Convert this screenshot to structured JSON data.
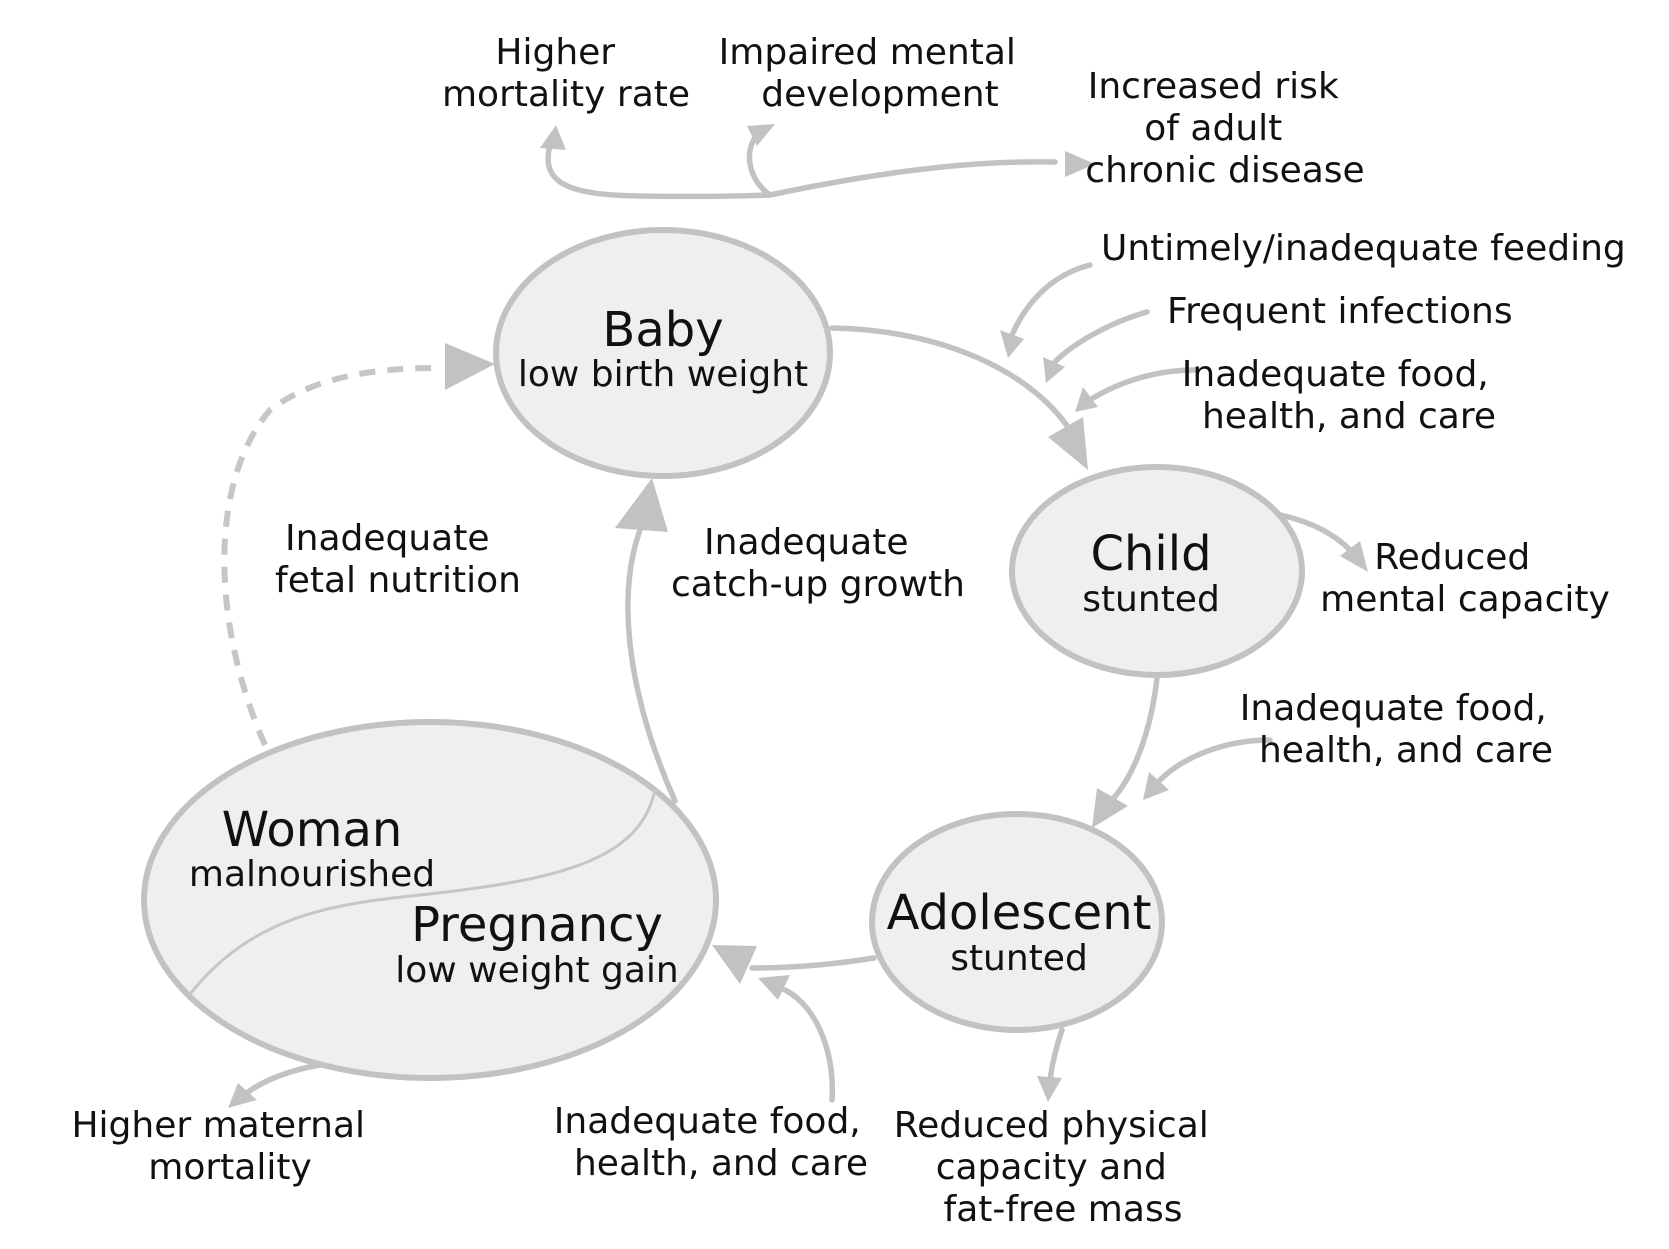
{
  "nodes": {
    "baby": {
      "title": "Baby",
      "subtitle": "low birth weight"
    },
    "child": {
      "title": "Child",
      "subtitle": "stunted"
    },
    "adolescent": {
      "title": "Adolescent",
      "subtitle": "stunted"
    },
    "woman": {
      "title": "Woman",
      "subtitle": "malnourished"
    },
    "pregnancy": {
      "title": "Pregnancy",
      "subtitle": "low weight gain"
    }
  },
  "labels": {
    "higher_mortality": [
      "Higher",
      "mortality rate"
    ],
    "impaired_mental": [
      "Impaired mental",
      "development"
    ],
    "chronic_disease": [
      "Increased risk",
      "of adult",
      "chronic disease"
    ],
    "untimely_feeding": [
      "Untimely/inadequate feeding"
    ],
    "frequent_infections": [
      "Frequent infections"
    ],
    "inadequate_food_child": [
      "Inadequate food,",
      "health, and care"
    ],
    "reduced_mental": [
      "Reduced",
      "mental capacity"
    ],
    "inadequate_food_adolescent": [
      "Inadequate food,",
      "health, and care"
    ],
    "reduced_physical": [
      "Reduced physical",
      "capacity and",
      "fat-free mass"
    ],
    "inadequate_food_pregnancy": [
      "Inadequate food,",
      "health, and care"
    ],
    "higher_maternal": [
      "Higher maternal",
      "mortality"
    ],
    "inadequate_fetal": [
      "Inadequate",
      "fetal nutrition"
    ],
    "inadequate_catchup": [
      "Inadequate",
      "catch-up growth"
    ]
  }
}
